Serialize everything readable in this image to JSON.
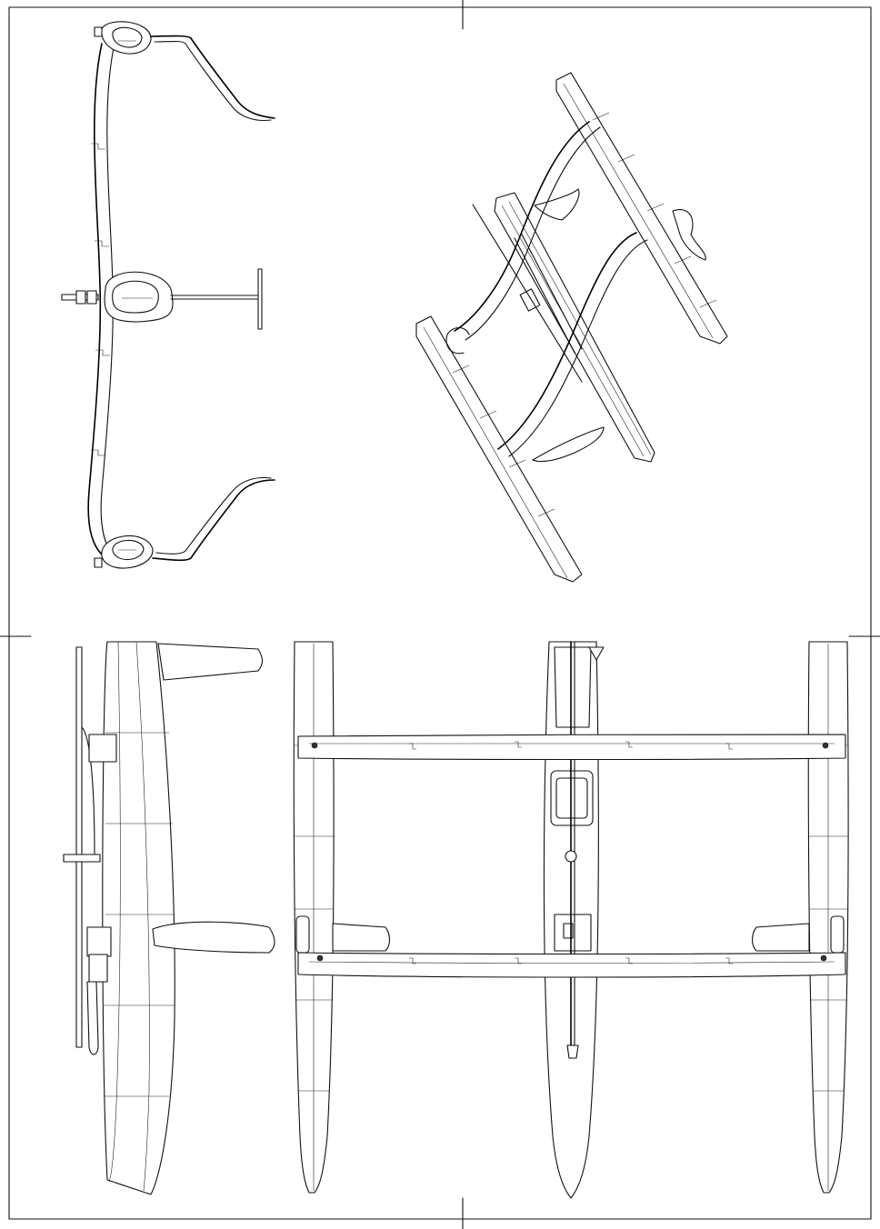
{
  "sheet": {
    "views": [
      "front-view",
      "isometric-view",
      "side-view",
      "top-view"
    ],
    "colors": {
      "background": "#ffffff",
      "line": "#111111"
    }
  }
}
